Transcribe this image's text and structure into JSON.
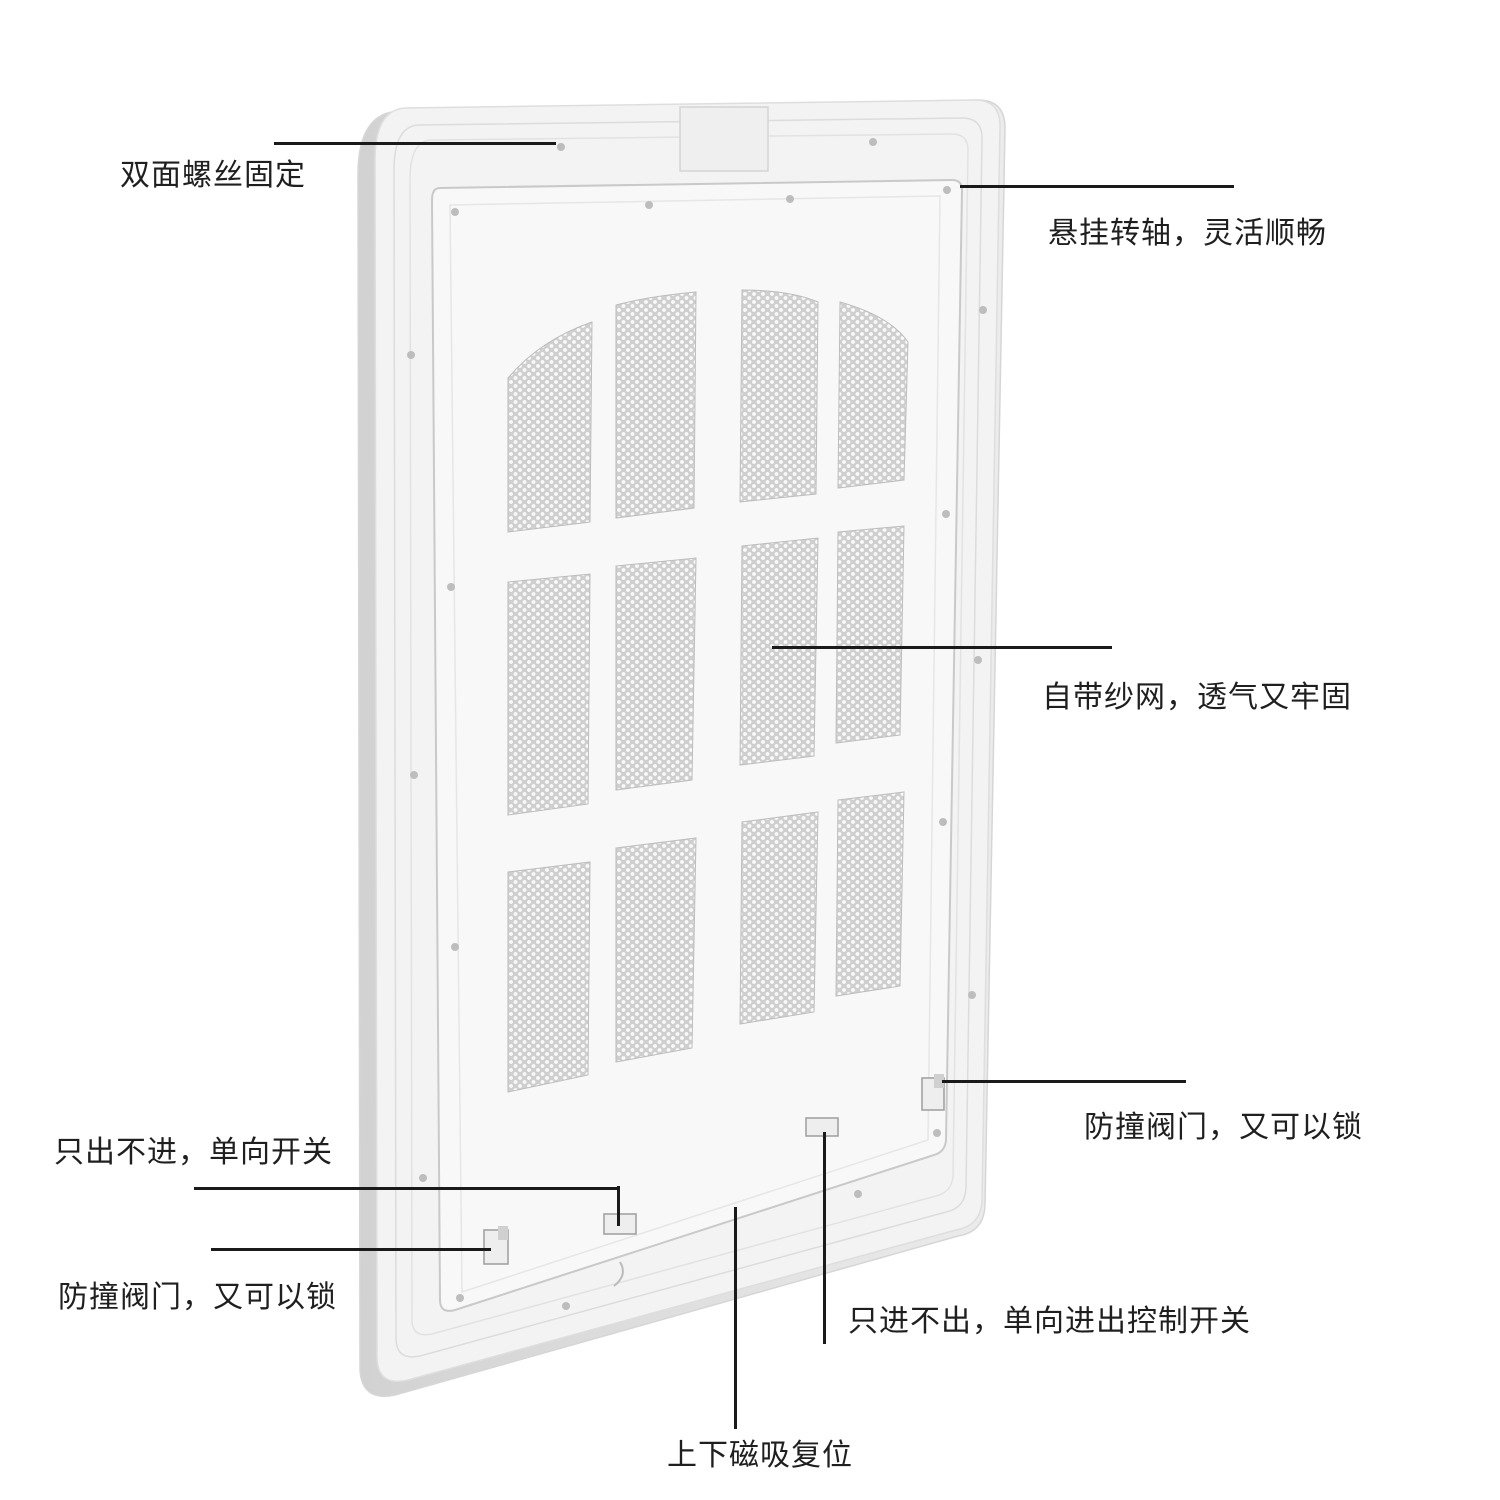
{
  "colors": {
    "frame": "#f2f2f2",
    "frame_edge": "#d9d9d9",
    "panel": "#f7f7f7",
    "mesh_bg": "#dcdcdc",
    "mesh_hole": "#f9f9f9",
    "line": "#1a1a1a",
    "text": "#1f1f1f"
  },
  "product_image": {
    "icon": "pet-door-panel-illustration",
    "mesh_windows": 12,
    "mesh_rows": 3,
    "mesh_cols": 4
  },
  "callouts": [
    {
      "id": "screws",
      "text": "双面螺丝固定"
    },
    {
      "id": "hinge",
      "text": "悬挂转轴，灵活顺畅"
    },
    {
      "id": "mesh",
      "text": "自带纱网，透气又牢固"
    },
    {
      "id": "lock-right",
      "text": "防撞阀门，又可以锁"
    },
    {
      "id": "out-only",
      "text": "只出不进，单向开关"
    },
    {
      "id": "lock-left",
      "text": "防撞阀门，又可以锁"
    },
    {
      "id": "in-only",
      "text": "只进不出，单向进出控制开关"
    },
    {
      "id": "magnet",
      "text": "上下磁吸复位"
    }
  ]
}
